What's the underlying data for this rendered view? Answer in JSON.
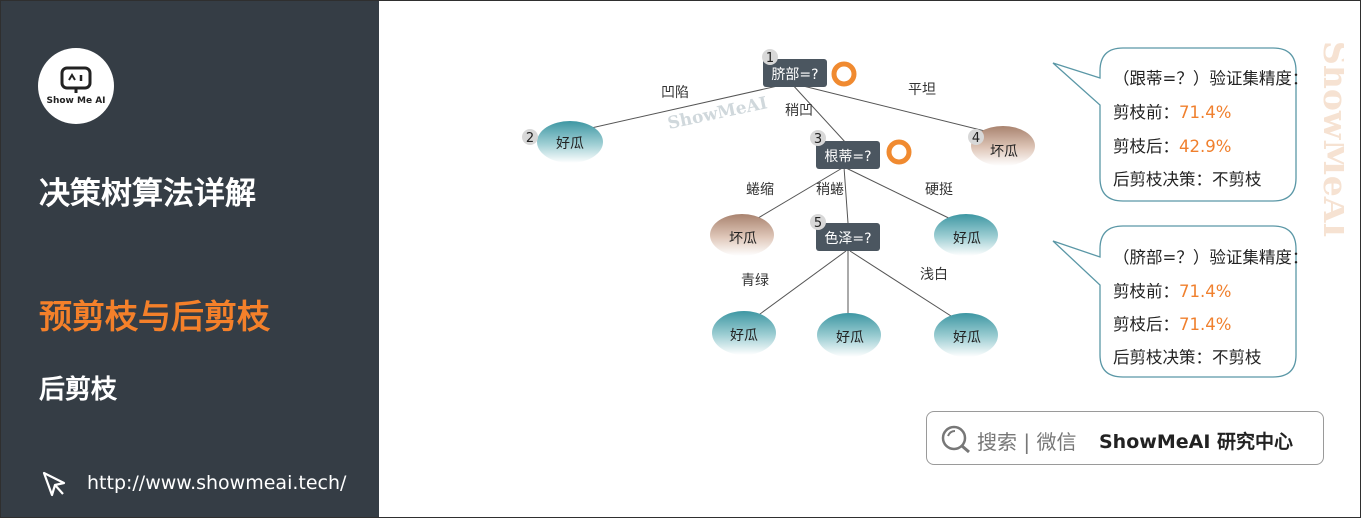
{
  "sidebar": {
    "logo_text": "Show Me AI",
    "title": "决策树算法详解",
    "subtitle": "预剪枝与后剪枝",
    "section": "后剪枝",
    "url": "http://www.showmeai.tech/"
  },
  "tree": {
    "nodes": [
      {
        "id": "1",
        "label": "脐部=?"
      },
      {
        "id": "2",
        "label": "好瓜"
      },
      {
        "id": "3",
        "label": "根蒂=?"
      },
      {
        "id": "4",
        "label": "坏瓜"
      },
      {
        "id": "",
        "label": "坏瓜"
      },
      {
        "id": "5",
        "label": "色泽=?"
      },
      {
        "id": "",
        "label": "好瓜"
      },
      {
        "id": "",
        "label": "好瓜"
      },
      {
        "id": "",
        "label": "好瓜"
      },
      {
        "id": "",
        "label": "好瓜"
      }
    ],
    "edges": [
      "凹陷",
      "稍凹",
      "平坦",
      "蜷缩",
      "稍蜷",
      "硬挺",
      "青绿",
      "浅白"
    ],
    "watermark": "ShowMeAI"
  },
  "bubbles": [
    {
      "heading": "（跟蒂=？）验证集精度：",
      "before_label": "剪枝前：",
      "before_value": "71.4%",
      "after_label": "剪枝后：",
      "after_value": "42.9%",
      "decision": "后剪枝决策：不剪枝"
    },
    {
      "heading": "（脐部=？）验证集精度：",
      "before_label": "剪枝前：",
      "before_value": "71.4%",
      "after_label": "剪枝后：",
      "after_value": "71.4%",
      "decision": "后剪枝决策：不剪枝"
    }
  ],
  "footer": {
    "search_text": "搜索 | 微信",
    "brand": "ShowMeAI 研究中心"
  },
  "vertical_watermark": "ShowMeAI",
  "colors": {
    "panel": "#353d45",
    "accent": "#f4802a",
    "decision_node": "#4b5660",
    "good_leaf": "#3f9aa6",
    "bad_leaf": "#b18b78"
  }
}
